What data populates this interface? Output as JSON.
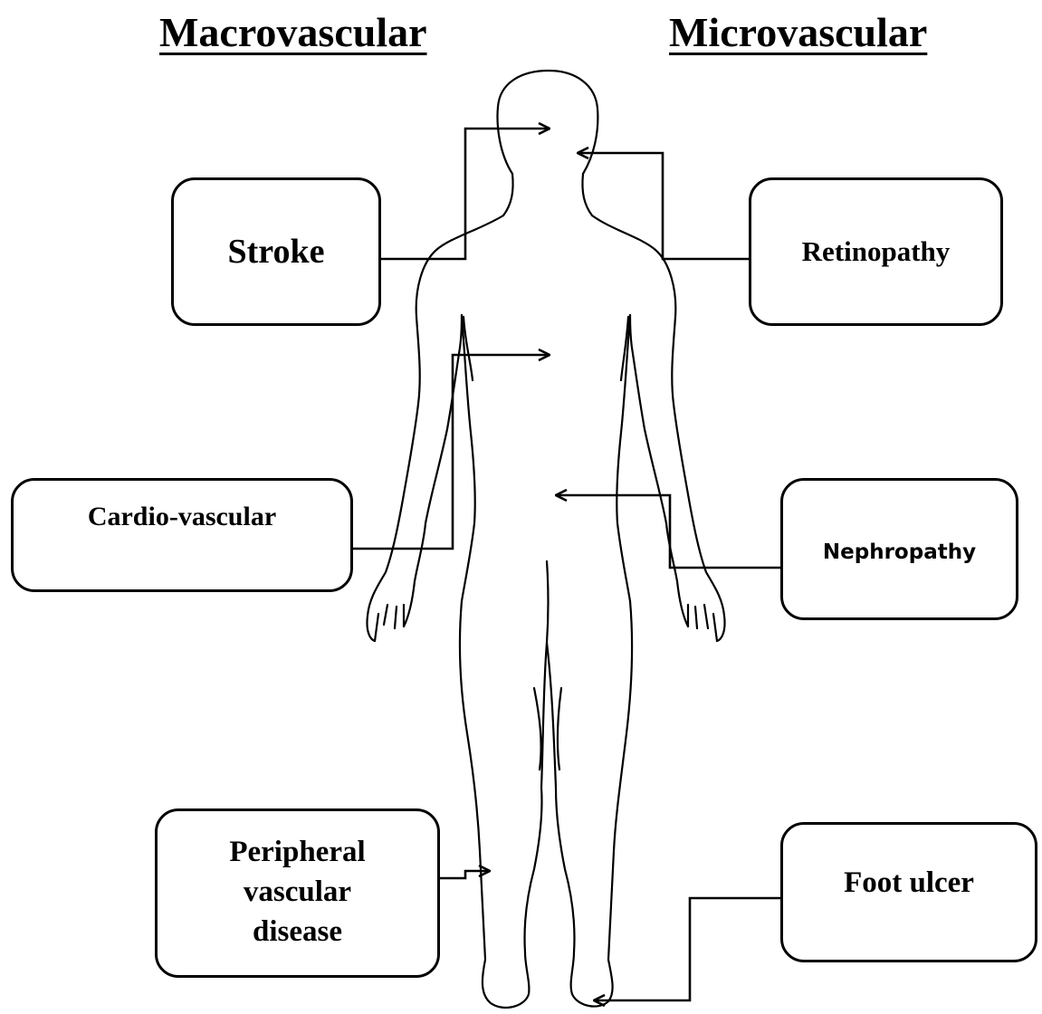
{
  "headings": {
    "macrovascular": "Macrovascular",
    "microvascular": "Microvascular"
  },
  "boxes": {
    "stroke": "Stroke",
    "retinopathy": "Retinopathy",
    "cardio": "Cardio-vascular",
    "nephropathy": "Nephropathy",
    "peripheral": [
      "Peripheral",
      "vascular",
      "disease"
    ],
    "foot_ulcer": "Foot ulcer"
  },
  "colors": {
    "line": "#000000",
    "background": "#ffffff"
  }
}
